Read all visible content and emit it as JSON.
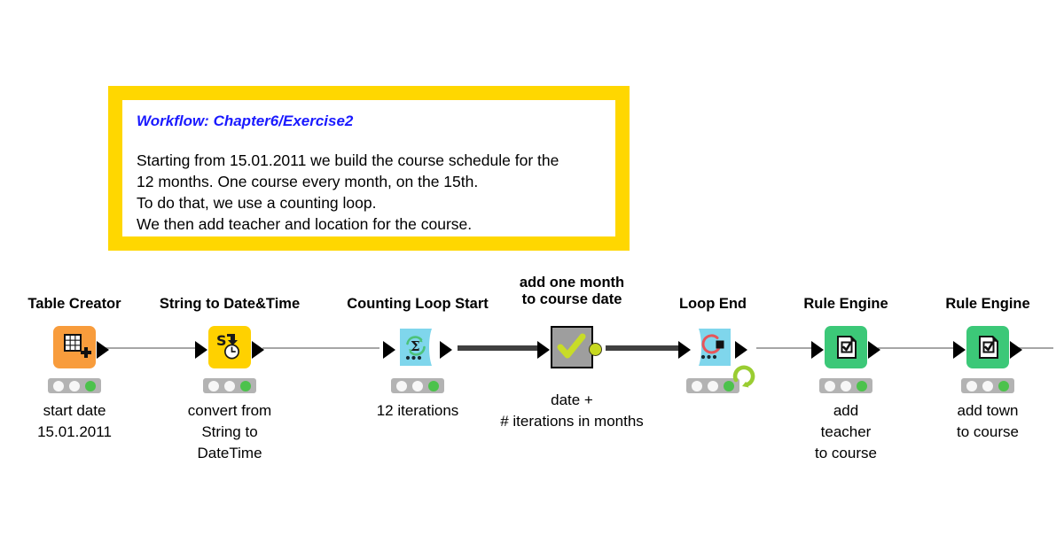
{
  "annotation": {
    "title": "Workflow: Chapter6/Exercise2",
    "lines": [
      "Starting from 15.01.2011 we build the course schedule for the",
      "12 months. One course every month, on the 15th.",
      "To do that, we use a counting loop.",
      "We then add teacher and location for the course."
    ],
    "border_color": "#FFD700",
    "title_color": "#1a1aff"
  },
  "workflow": {
    "nodes": [
      {
        "id": "table-creator",
        "title": "Table Creator",
        "sublabel": "start date\n15.01.2011",
        "icon": "table-grid-plus-icon",
        "color": "#F89C3C",
        "status": [
          "off",
          "off",
          "on"
        ]
      },
      {
        "id": "string-to-date-time",
        "title": "String to Date&Time",
        "sublabel": "convert from\nString to\nDateTime",
        "icon": "string-to-clock-icon",
        "color": "#FFD100",
        "status": [
          "off",
          "off",
          "on"
        ]
      },
      {
        "id": "counting-loop-start",
        "title": "Counting Loop Start",
        "sublabel": "12 iterations",
        "icon": "sigma-loop-icon",
        "color": "#7FD6EC",
        "status": [
          "off",
          "off",
          "on"
        ]
      },
      {
        "id": "add-one-month",
        "title": "add one month\nto course date",
        "sublabel": "date +\n# iterations in months",
        "icon": "checkmark-icon",
        "color": "#9E9E9E",
        "status": []
      },
      {
        "id": "loop-end",
        "title": "Loop End",
        "sublabel": "",
        "icon": "loop-end-icon",
        "color": "#7FD6EC",
        "status": [
          "off",
          "off",
          "on"
        ]
      },
      {
        "id": "rule-engine-teacher",
        "title": "Rule Engine",
        "sublabel": "add\nteacher\nto course",
        "icon": "document-check-icon",
        "color": "#3CC878",
        "status": [
          "off",
          "off",
          "on"
        ]
      },
      {
        "id": "rule-engine-town",
        "title": "Rule Engine",
        "sublabel": "add town\nto course",
        "icon": "document-check-icon",
        "color": "#3CC878",
        "status": [
          "off",
          "off",
          "on"
        ]
      }
    ]
  }
}
